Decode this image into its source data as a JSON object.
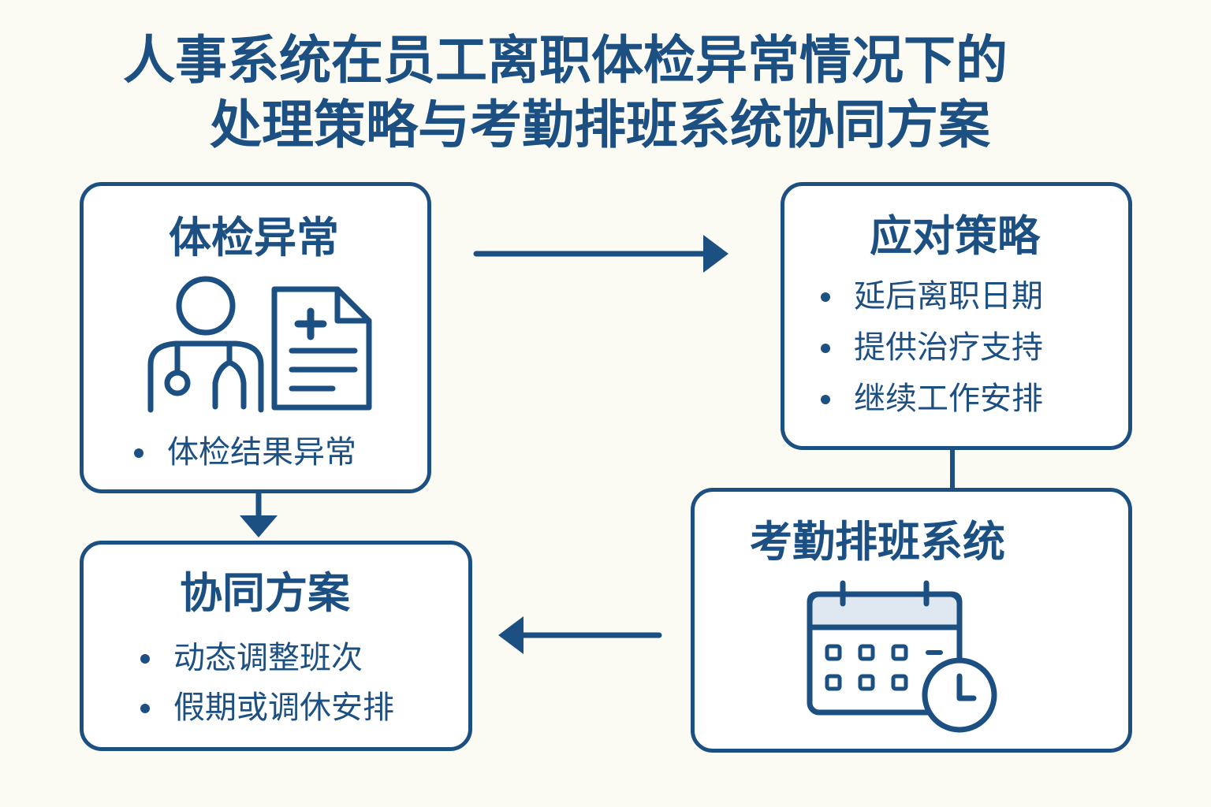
{
  "title": {
    "line1": "人事系统在员工离职体检异常情况下的",
    "line2": "处理策略与考勤排班系统协同方案"
  },
  "exam_box": {
    "title": "体检异常",
    "bullets": [
      "体检结果异常"
    ],
    "icons": [
      "doctor-stethoscope-icon",
      "medical-report-icon"
    ]
  },
  "strategy_box": {
    "title": "应对策略",
    "bullets": [
      "延后离职日期",
      "提供治疗支持",
      "继续工作安排"
    ]
  },
  "schedule_box": {
    "title": "考勤排班系统",
    "icons": [
      "calendar-clock-icon"
    ]
  },
  "plan_box": {
    "title": "协同方案",
    "bullets": [
      "动态调整班次",
      "假期或调休安排"
    ]
  },
  "colors": {
    "primary": "#1c4f82",
    "background": "#fbfaf3",
    "box_fill": "#ffffff",
    "calendar_header": "#dfe8f1"
  }
}
